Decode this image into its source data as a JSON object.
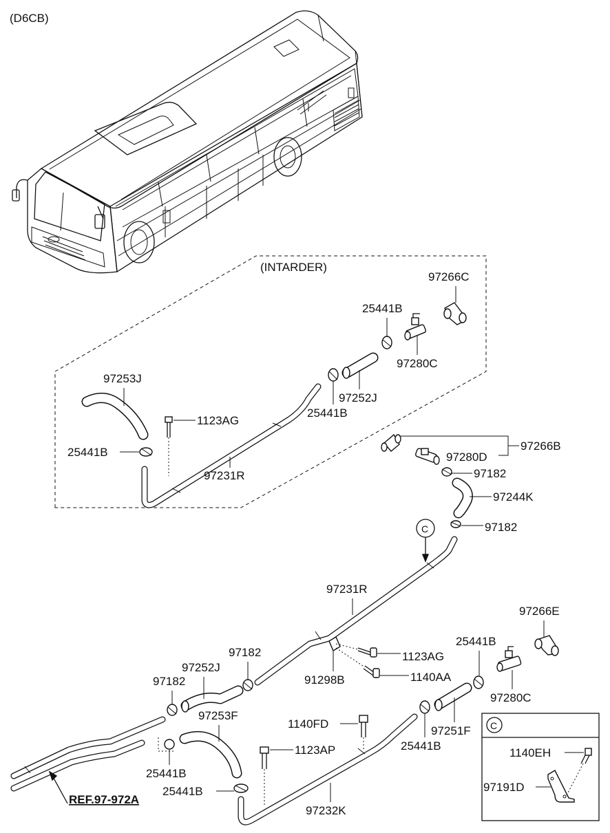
{
  "variant": "(D6CB)",
  "intarder_label": "(INTARDER)",
  "ref_label": "REF.97-972A",
  "detail_callout": "C",
  "labels": {
    "l01": "97266C",
    "l02": "25441B",
    "l03": "97280C",
    "l04": "97253J",
    "l05": "97252J",
    "l06": "25441B",
    "l07": "1123AG",
    "l08": "25441B",
    "l09": "97231R",
    "l10": "97266B",
    "l11": "97280D",
    "l12": "97182",
    "l13": "97244K",
    "l14": "97182",
    "l15": "97231R",
    "l16": "97266E",
    "l17": "25441B",
    "l18": "97182",
    "l19": "1123AG",
    "l20": "97252J",
    "l21": "91298B",
    "l22": "1140AA",
    "l23": "97182",
    "l24": "97280C",
    "l25": "97253F",
    "l26": "1140FD",
    "l27": "97251F",
    "l28": "1123AP",
    "l29": "25441B",
    "l30": "25441B",
    "l31": "25441B",
    "l32": "97232K",
    "l33": "1140EH",
    "l34": "97191D"
  }
}
